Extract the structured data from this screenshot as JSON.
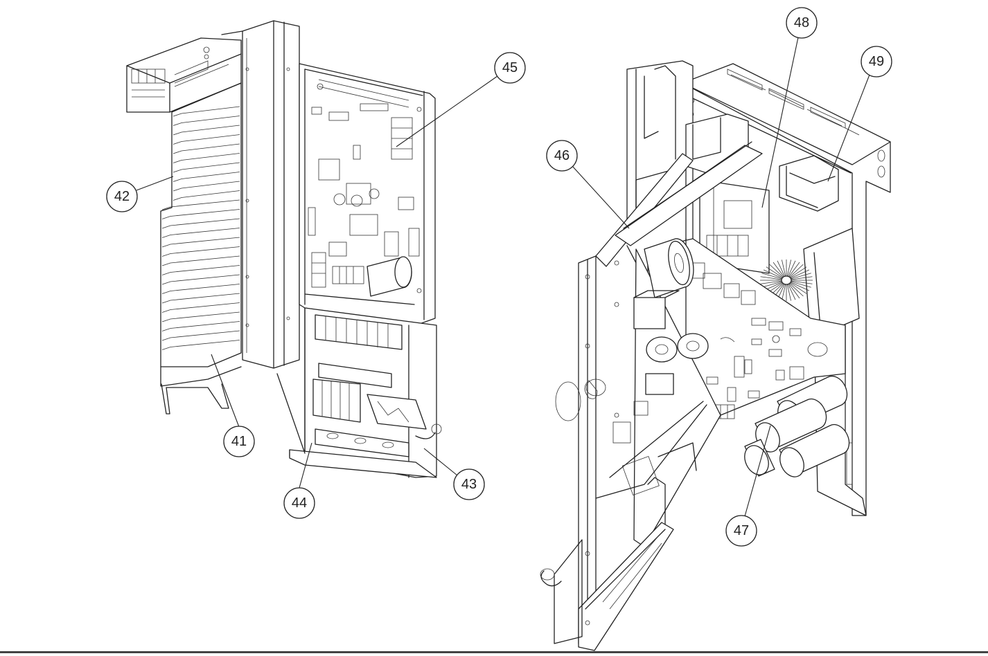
{
  "callouts": [
    {
      "id": "41",
      "label": "41"
    },
    {
      "id": "42",
      "label": "42"
    },
    {
      "id": "43",
      "label": "43"
    },
    {
      "id": "44",
      "label": "44"
    },
    {
      "id": "45",
      "label": "45"
    },
    {
      "id": "46",
      "label": "46"
    },
    {
      "id": "47",
      "label": "47"
    },
    {
      "id": "48",
      "label": "48"
    },
    {
      "id": "49",
      "label": "49"
    }
  ]
}
